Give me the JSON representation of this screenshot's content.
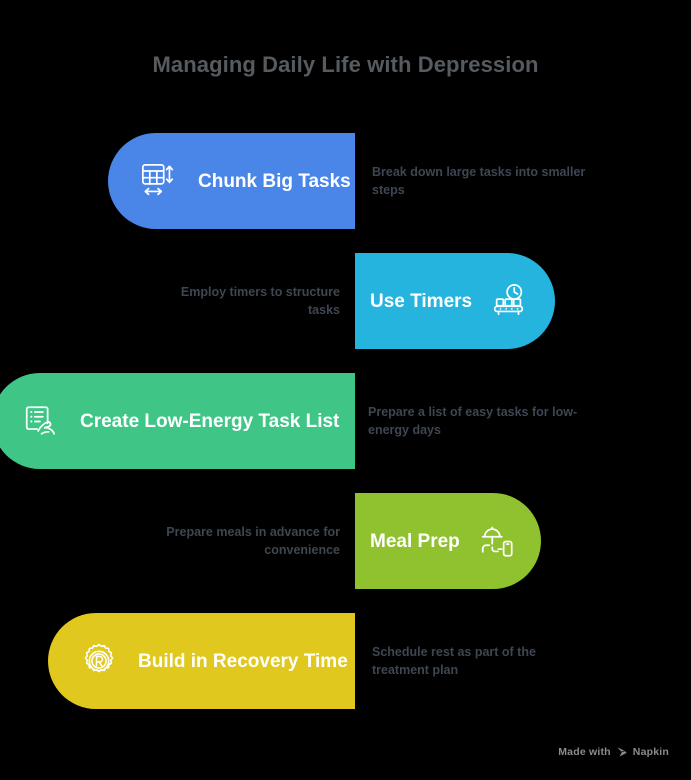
{
  "page": {
    "title": "Managing Daily Life with Depression",
    "background_color": "#000000",
    "title_color": "#565b60",
    "description_color": "#3e4652"
  },
  "rows": [
    {
      "id": "chunk-big-tasks",
      "label": "Chunk Big Tasks",
      "description": "Break down large tasks into smaller steps",
      "color": "#4a86e8",
      "icon": "resize-grid-icon",
      "pill_side": "left",
      "desc_side": "right"
    },
    {
      "id": "use-timers",
      "label": "Use Timers",
      "description": "Employ timers to structure tasks",
      "color": "#25b4dd",
      "icon": "clock-conveyor-icon",
      "pill_side": "right",
      "desc_side": "left"
    },
    {
      "id": "create-low-energy-task-list",
      "label": "Create Low-Energy Task List",
      "description": "Prepare a list of easy tasks for low-energy days",
      "color": "#3fc687",
      "icon": "hand-writing-list-icon",
      "pill_side": "left",
      "desc_side": "right"
    },
    {
      "id": "meal-prep",
      "label": "Meal Prep",
      "description": "Prepare meals in advance for convenience",
      "color": "#90c12f",
      "icon": "food-cloche-phone-icon",
      "pill_side": "right",
      "desc_side": "left"
    },
    {
      "id": "build-in-recovery-time",
      "label": "Build in Recovery Time",
      "description": "Schedule rest as part of the treatment plan",
      "color": "#e0c81e",
      "icon": "recovery-badge-icon",
      "pill_side": "left",
      "desc_side": "right"
    }
  ],
  "footer": {
    "made_with": "Made with",
    "brand": "Napkin"
  }
}
